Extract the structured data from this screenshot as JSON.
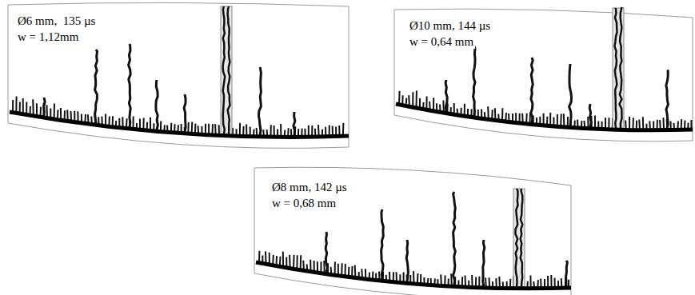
{
  "diagram": {
    "labels": [
      "Ø6 mm,  135 µs",
      "w = 1,12mm",
      "Ø10 mm, 144 µs",
      "w = 0,64 mm",
      "Ø8 mm, 142 µs",
      "w = 0,68 mm"
    ]
  }
}
